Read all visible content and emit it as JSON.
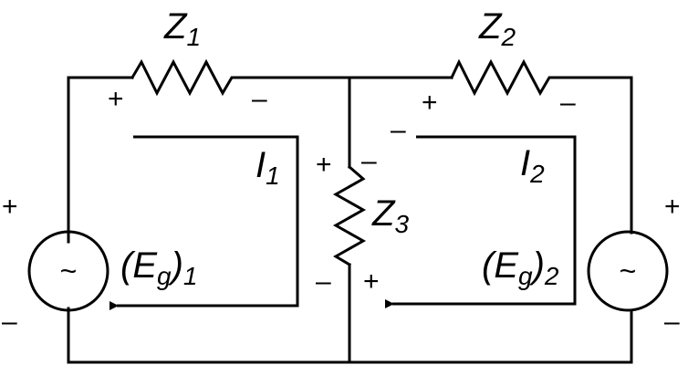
{
  "impedances": {
    "z1": {
      "base": "Z",
      "sub": "1"
    },
    "z2": {
      "base": "Z",
      "sub": "2"
    },
    "z3": {
      "base": "Z",
      "sub": "3"
    }
  },
  "currents": {
    "i1": {
      "base": "I",
      "sub": "1"
    },
    "i2": {
      "base": "I",
      "sub": "2"
    }
  },
  "sources": {
    "eg1": {
      "open": "(E",
      "inner": "g",
      "close": ")",
      "sub": "1"
    },
    "eg2": {
      "open": "(E",
      "inner": "g",
      "close": ")",
      "sub": "2"
    },
    "symbol": "~"
  },
  "signs": {
    "plus": "+",
    "minus": "–"
  }
}
